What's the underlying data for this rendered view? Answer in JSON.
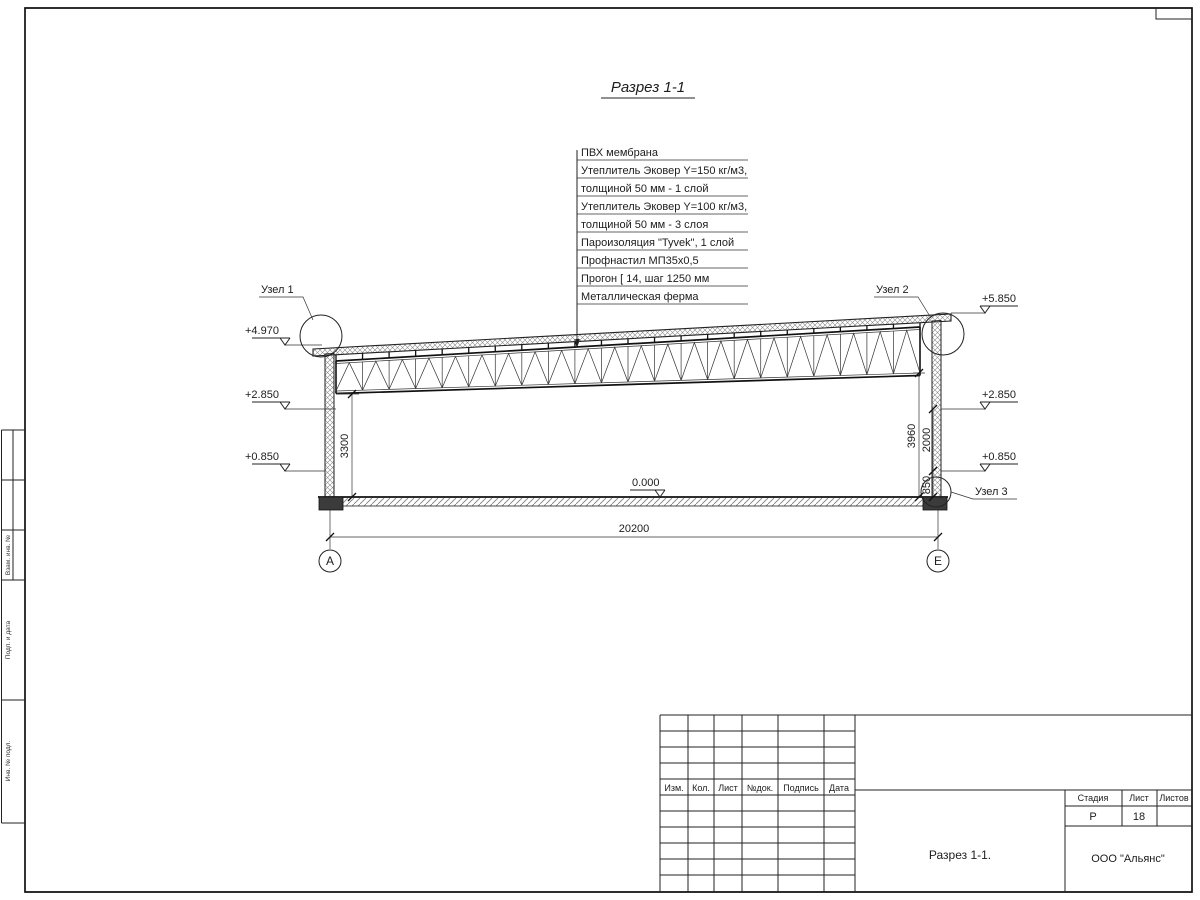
{
  "colors": {
    "ink": "#1c1c1c",
    "paper": "#ffffff"
  },
  "sheet": {
    "title": "Разрез 1-1"
  },
  "callout": {
    "lines": [
      "ПВХ мембрана",
      "Утеплитель Эковер Y=150 кг/м3,",
      "толщиной 50 мм - 1 слой",
      "Утеплитель Эковер Y=100 кг/м3,",
      "толщиной 50 мм - 3 слоя",
      "Пароизоляция \"Tyvek\", 1 слой",
      "Профнастил МП35х0,5",
      "Прогон [ 14, шаг 1250 мм",
      "Металлическая ферма"
    ]
  },
  "nodes": {
    "n1": "Узел 1",
    "n2": "Узел 2",
    "n3": "Узел 3"
  },
  "levels": {
    "left": [
      "+4.970",
      "+2.850",
      "+0.850"
    ],
    "right": [
      "+5.850",
      "+2.850",
      "+0.850"
    ],
    "zero": "0.000"
  },
  "dims": {
    "span": "20200",
    "left_height": "3300",
    "right_height": "3960",
    "right_mid": "2000",
    "right_bottom": "850"
  },
  "axes": {
    "left": "А",
    "right": "Е"
  },
  "titleblock": {
    "columns": [
      "Изм.",
      "Кол.",
      "Лист",
      "№док.",
      "Подпись",
      "Дата"
    ],
    "stage_label": "Стадия",
    "sheet_label": "Лист",
    "sheets_label": "Листов",
    "stage": "Р",
    "sheet": "18",
    "drawing_name": "Разрез 1-1.",
    "company": "ООО \"Альянс\""
  },
  "frame_labels": {
    "v1": "Взам. инв. №",
    "v2": "Подп. и дата",
    "v3": "Инв. № подл."
  }
}
